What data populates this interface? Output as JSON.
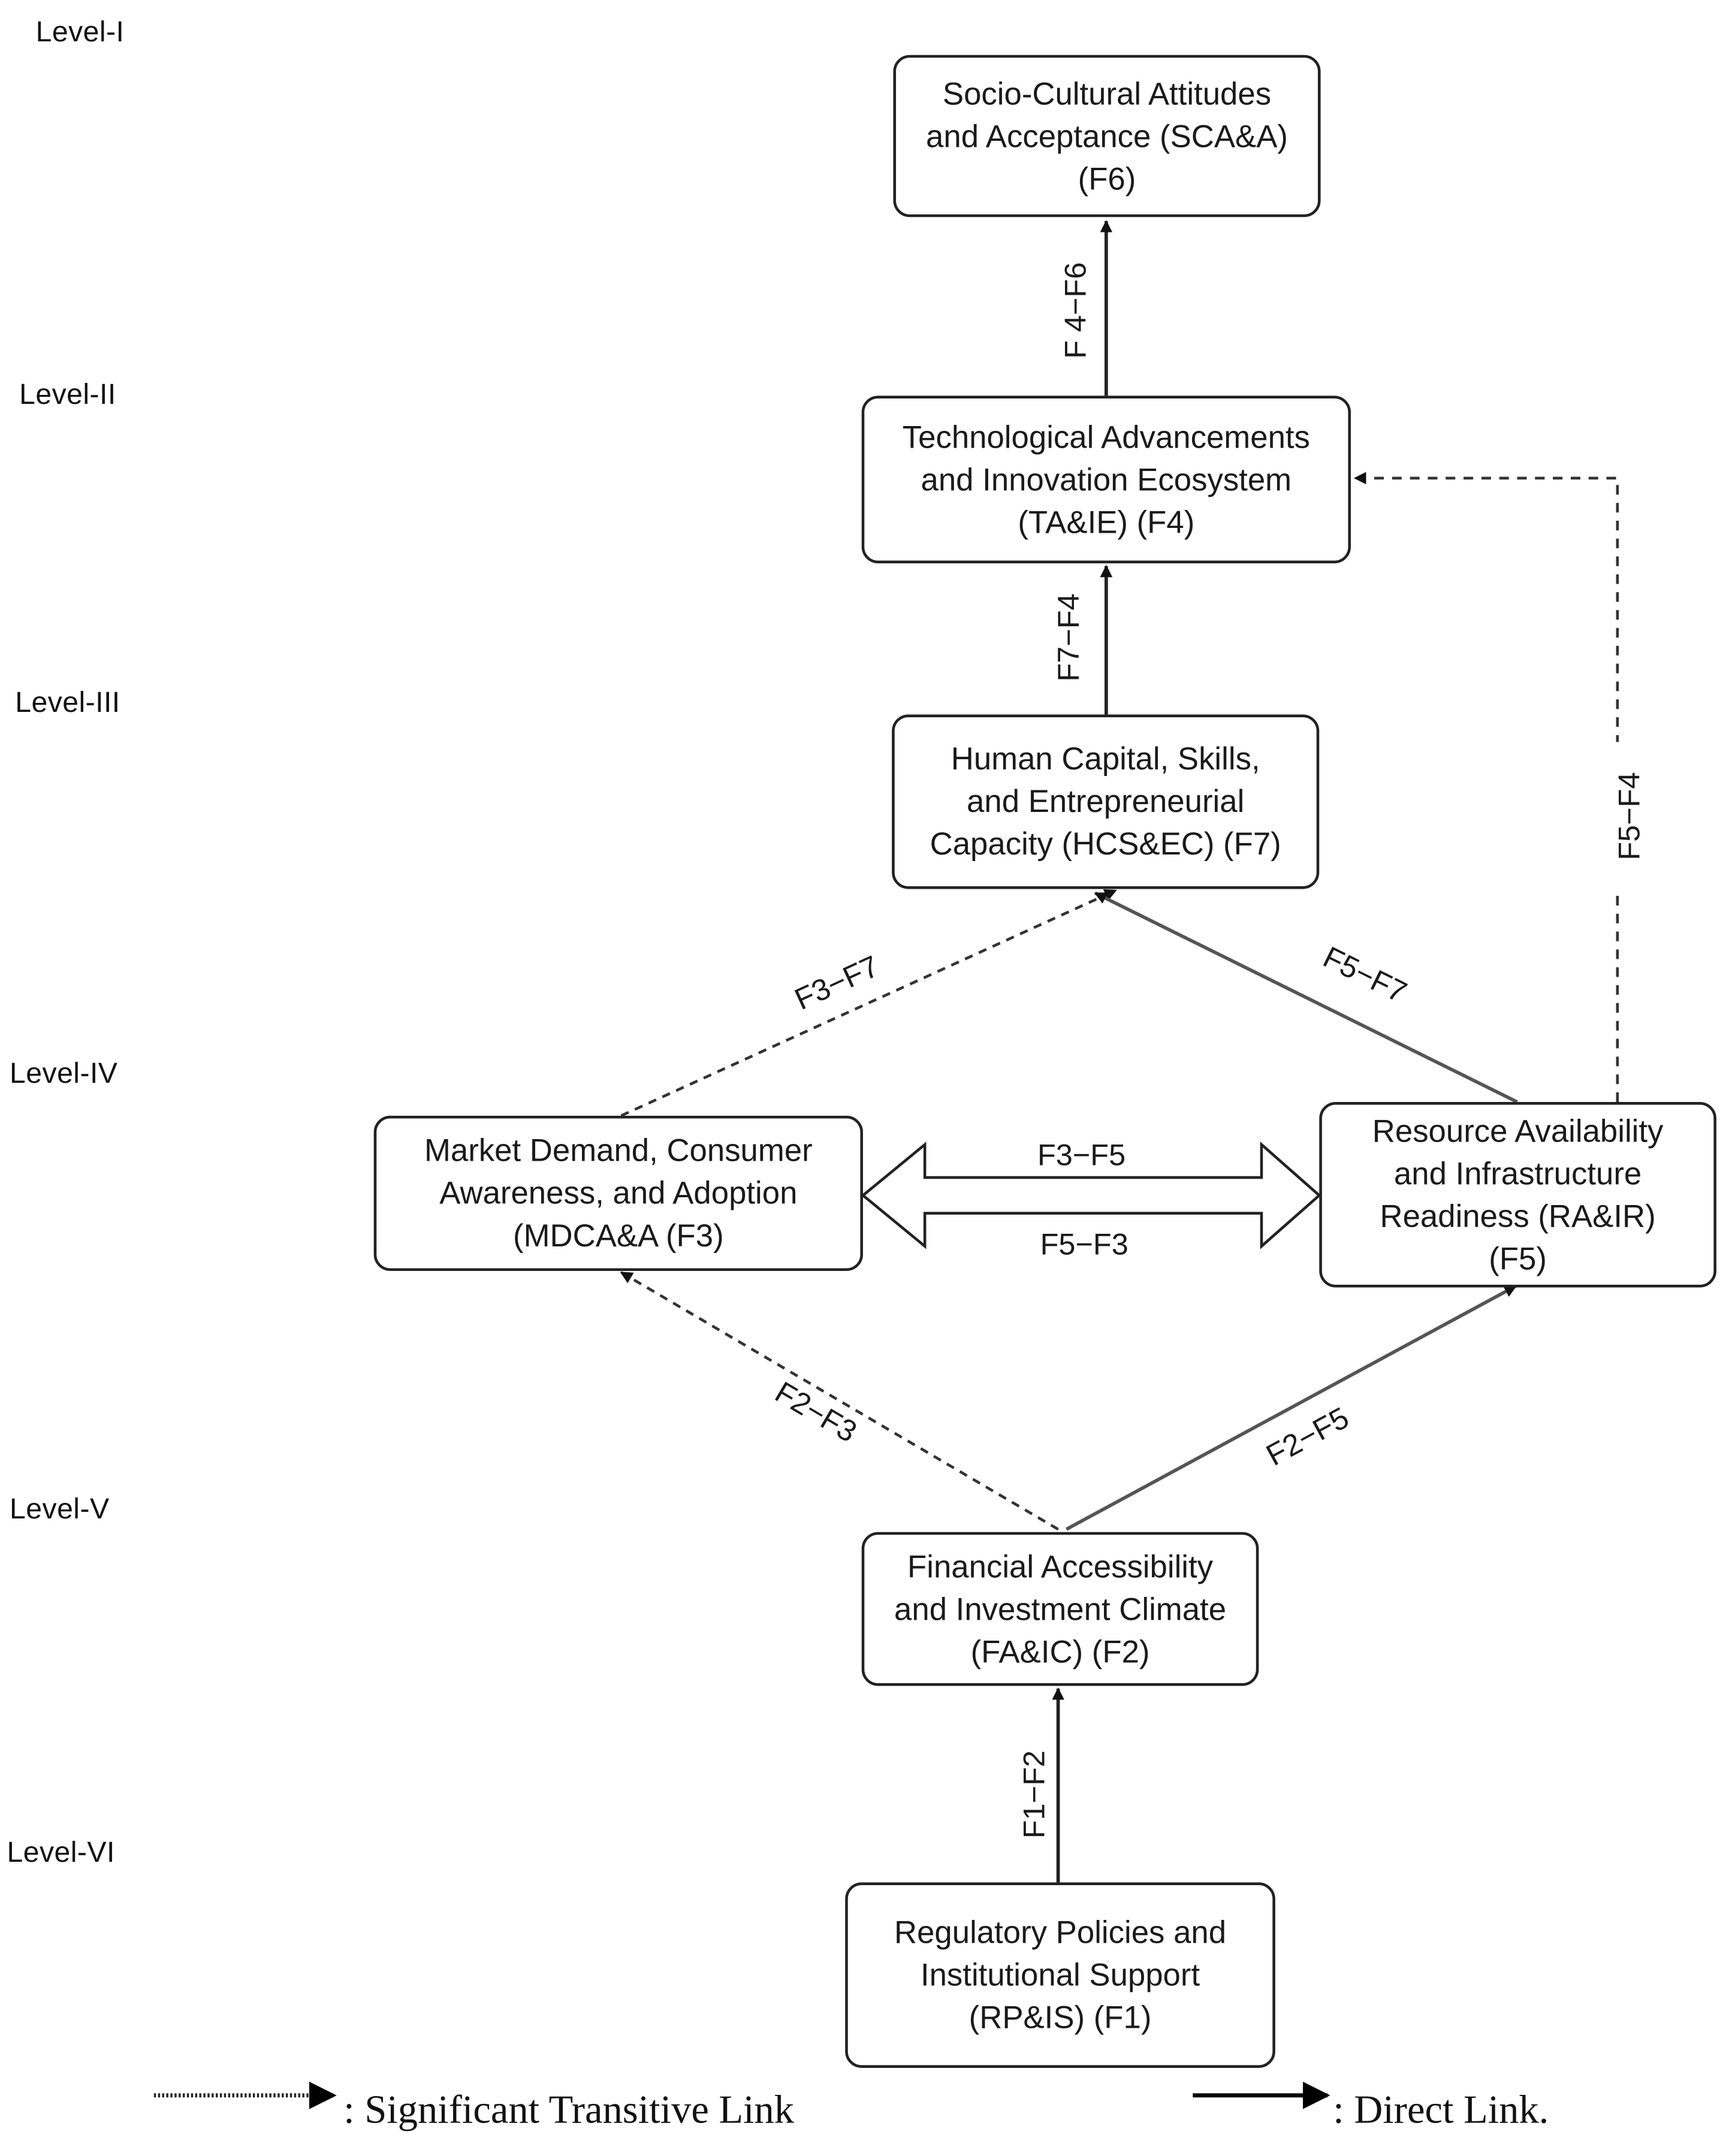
{
  "levels": [
    "Level-I",
    "Level-II",
    "Level-III",
    "Level-IV",
    "Level-V",
    "Level-VI"
  ],
  "nodes": {
    "f6": [
      "Socio-Cultural Attitudes",
      "and Acceptance (SCA&A)",
      "(F6)"
    ],
    "f4": [
      "Technological Advancements",
      "and Innovation Ecosystem",
      "(TA&IE) (F4)"
    ],
    "f7": [
      "Human Capital, Skills,",
      "and Entrepreneurial",
      "Capacity (HCS&EC) (F7)"
    ],
    "f3": [
      "Market Demand, Consumer",
      "Awareness, and Adoption",
      "(MDCA&A (F3)"
    ],
    "f5": [
      "Resource Availability",
      "and Infrastructure",
      "Readiness (RA&IR)",
      "(F5)"
    ],
    "f2": [
      "Financial Accessibility",
      "and Investment Climate",
      "(FA&IC) (F2)"
    ],
    "f1": [
      "Regulatory Policies and",
      "Institutional Support",
      "(RP&IS) (F1)"
    ]
  },
  "links": {
    "f4_f6": "F 4−F6",
    "f7_f4": "F7−F4",
    "f5_f4": "F5−F4",
    "f3_f7": "F3−F7",
    "f5_f7": "F5−F7",
    "f3_f5": "F3−F5",
    "f5_f3": "F5−F3",
    "f2_f3": "F2−F3",
    "f2_f5": "F2−F5",
    "f1_f2": "F1−F2"
  },
  "legend": {
    "transitive": ": Significant Transitive Link",
    "direct": ": Direct Link."
  }
}
